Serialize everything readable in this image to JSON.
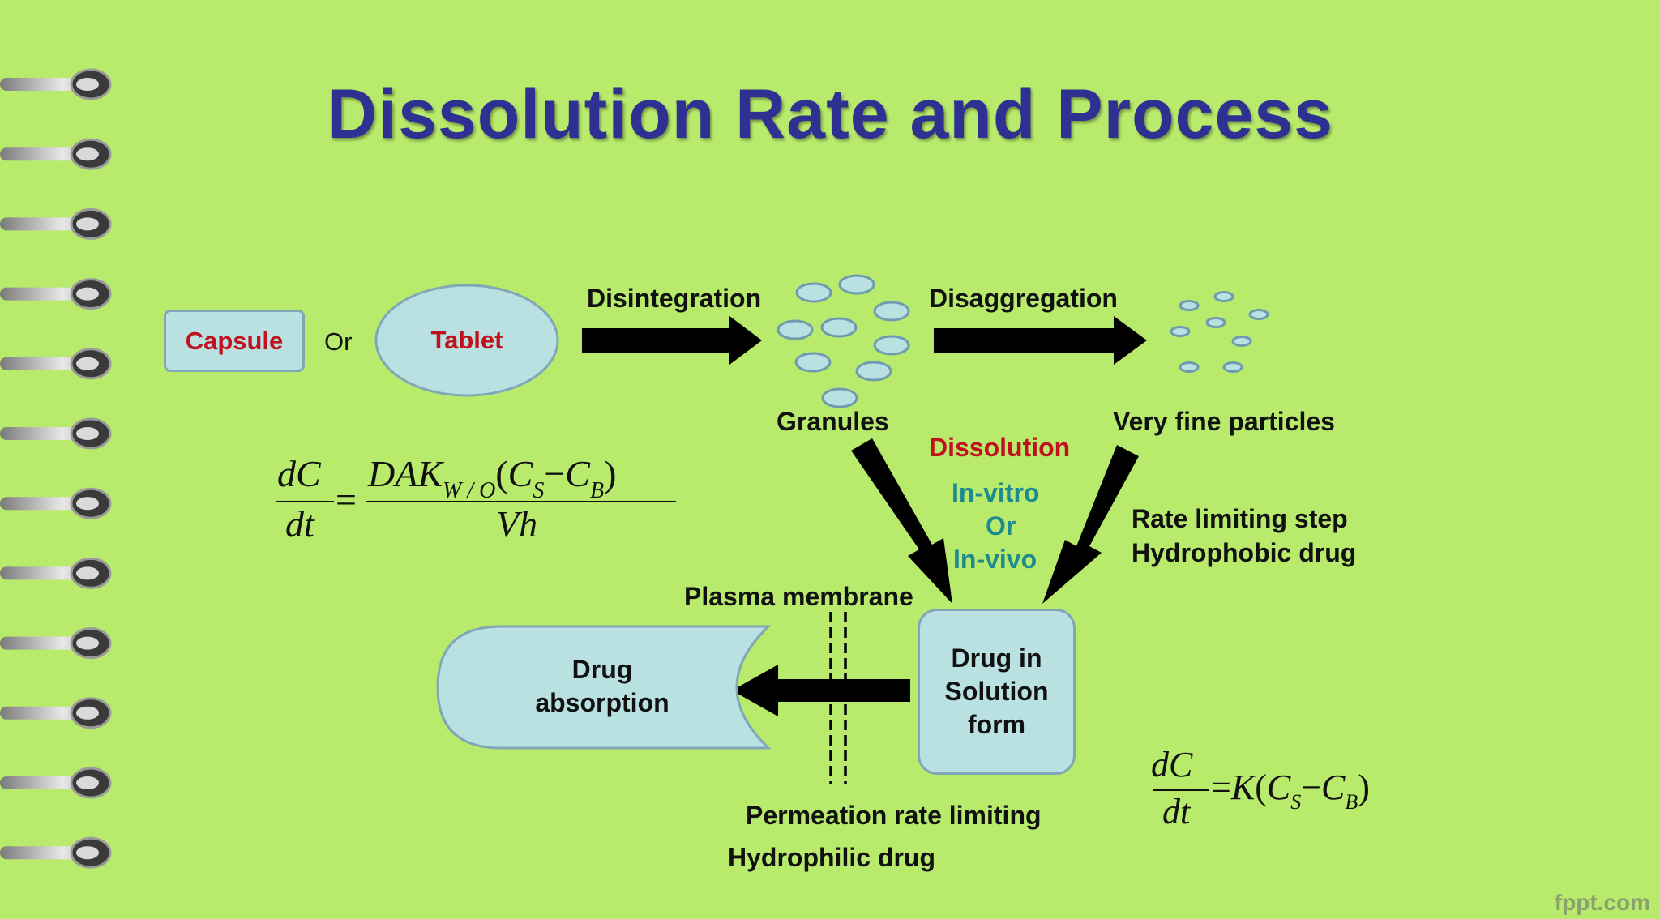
{
  "title": "Dissolution Rate and Process",
  "nodes": {
    "capsule": "Capsule",
    "or": "Or",
    "tablet": "Tablet",
    "granules": "Granules",
    "fine_particles": "Very fine particles",
    "drug_solution": [
      "Drug in",
      "Solution",
      "form"
    ],
    "drug_absorption": [
      "Drug",
      "absorption"
    ]
  },
  "edges": {
    "disintegration": "Disintegration",
    "disaggregation": "Disaggregation",
    "dissolution": "Dissolution",
    "invitro": "In-vitro",
    "or": "Or",
    "invivo": "In-vivo"
  },
  "notes": {
    "rate_limiting": "Rate limiting step",
    "hydrophobic": "Hydrophobic drug",
    "plasma_membrane": "Plasma membrane",
    "permeation": "Permeation rate limiting",
    "hydrophilic": "Hydrophilic drug"
  },
  "equations": {
    "eq1": "dC/dt = DAK_W/O(C_S − C_B)/Vh",
    "eq2": "dC/dt = K(C_S − C_B)"
  },
  "watermark": "fppt.com",
  "colors": {
    "background": "#b8ea6c",
    "title": "#2e3191",
    "red": "#c0111f",
    "teal": "#1c8a8f",
    "box_fill": "#b9e1e2"
  }
}
